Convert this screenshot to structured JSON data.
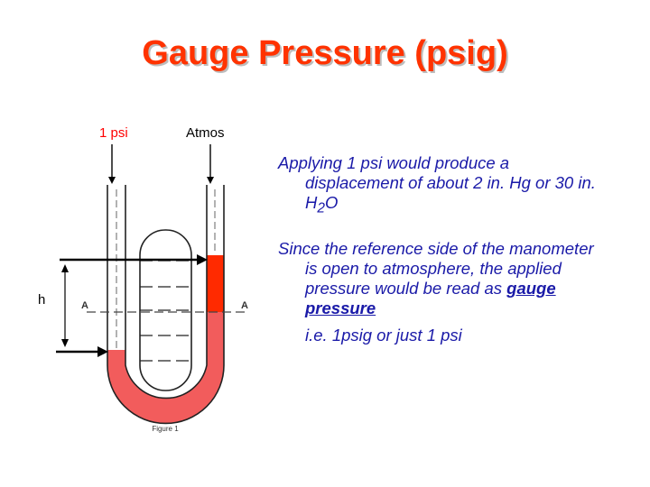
{
  "slide": {
    "title": "Gauge Pressure (psig)"
  },
  "diagram": {
    "applied_label": "1 psi",
    "atmos_label": "Atmos",
    "height_label": "h",
    "datum_left": "A",
    "datum_right": "A",
    "figure_caption": "Figure 1",
    "colors": {
      "fluid": "#ff2a00",
      "fluid_light": "#f25c5c",
      "arrow": "#000000"
    }
  },
  "text": {
    "para1_a": "Applying 1 psi would produce a displacement of about 2 in. Hg or 30 in. H",
    "para1_sub": "2",
    "para1_b": "O",
    "para2": "Since the reference side of the manometer is open to atmosphere, the applied pressure would be read as ",
    "para2_emphasis": "gauge pressure",
    "para3": "i.e. 1psig or just 1 psi"
  }
}
